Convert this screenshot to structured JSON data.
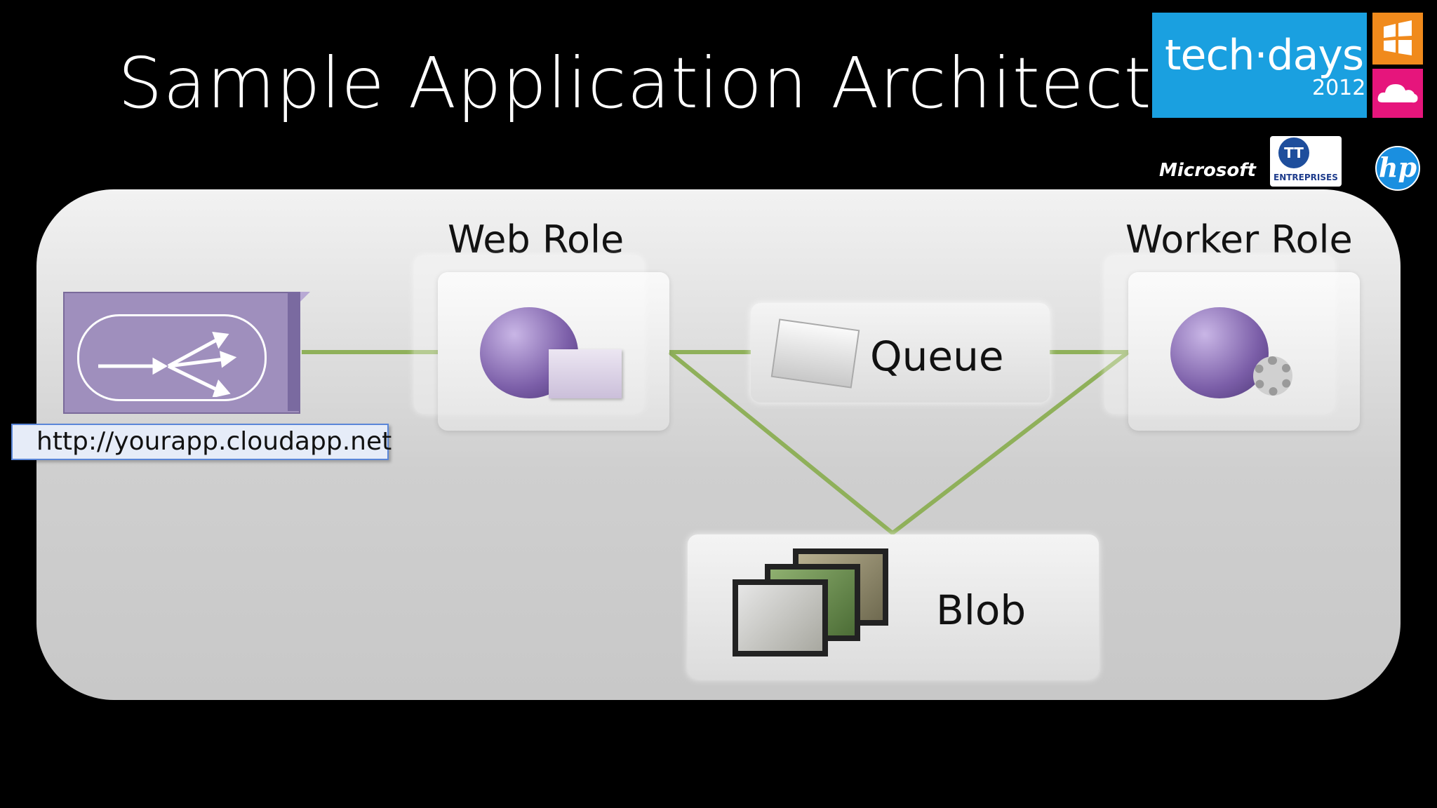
{
  "slide": {
    "title": "Sample Application Architecture"
  },
  "logos": {
    "event": "tech·days",
    "year": "2012",
    "microsoft": "Microsoft",
    "tt": "TT",
    "tt_sub": "ENTREPRISES",
    "hp": "hp"
  },
  "diagram": {
    "url": "http://yourapp.cloudapp.net",
    "web_role": "Web Role",
    "worker_role": "Worker Role",
    "queue": "Queue",
    "blob": "Blob"
  },
  "colors": {
    "background": "#000000",
    "panel": "#d8d8d8",
    "connector": "#8fb05a",
    "globe": "#7b5ea8",
    "techdays_blue": "#1aa0e0"
  }
}
